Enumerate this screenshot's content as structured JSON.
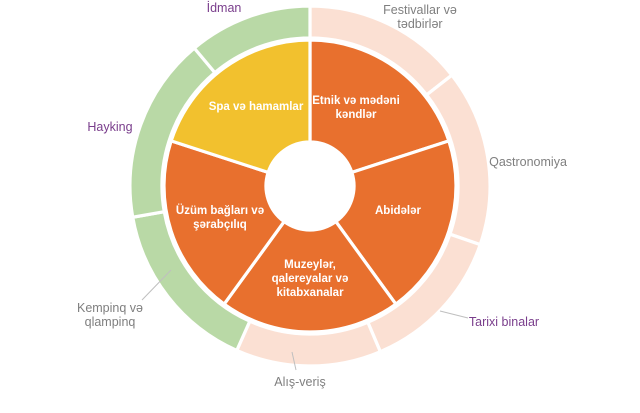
{
  "colors": {
    "inner_orange": "#E8702E",
    "inner_yellow": "#F2C12E",
    "outer_green": "#B9D9A6",
    "outer_peach": "#FBE0D3",
    "label_purple": "#7A3E8C",
    "label_gray": "#7F7F7F",
    "leader_line": "#BFBFBF"
  },
  "inner_ring": [
    {
      "label": "Etnik və mədəni kəndlər",
      "color_key": "inner_orange"
    },
    {
      "label": "Abidələr",
      "color_key": "inner_orange"
    },
    {
      "label": "Muzeylər, qalereyalar və kitabxanalar",
      "color_key": "inner_orange"
    },
    {
      "label": "Üzüm bağları və şərabçılıq",
      "color_key": "inner_orange"
    },
    {
      "label": "Spa və hamamlar",
      "color_key": "inner_yellow"
    }
  ],
  "outer_ring": [
    {
      "label": "Festivallar və tədbirlər",
      "color_key": "outer_peach",
      "label_color_key": "label_gray"
    },
    {
      "label": "Qastronomiya",
      "color_key": "outer_peach",
      "label_color_key": "label_gray"
    },
    {
      "label": "Tarixi binalar",
      "color_key": "outer_peach",
      "label_color_key": "label_purple"
    },
    {
      "label": "Alış-veriş",
      "color_key": "outer_peach",
      "label_color_key": "label_gray"
    },
    {
      "label": "Kempinq və qlampinq",
      "color_key": "outer_green",
      "label_color_key": "label_gray"
    },
    {
      "label": "Hayking",
      "color_key": "outer_green",
      "label_color_key": "label_purple"
    },
    {
      "label": "İdman",
      "color_key": "outer_green",
      "label_color_key": "label_purple"
    }
  ]
}
